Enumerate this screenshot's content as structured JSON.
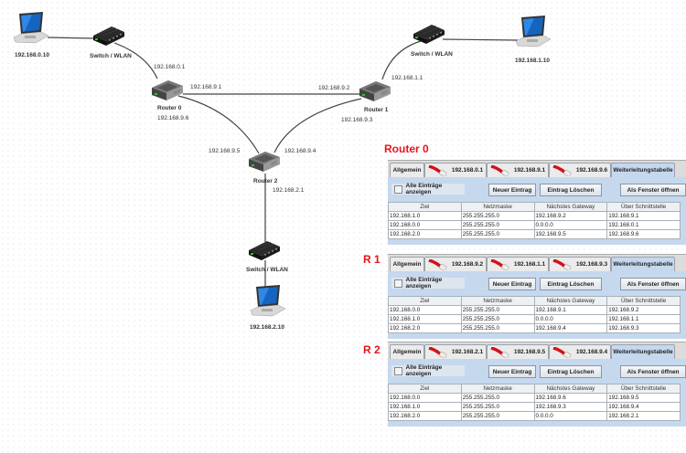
{
  "diagram": {
    "laptop0_label": "192.168.0.10",
    "switch0_label": "Switch / WLAN",
    "router0_label": "Router 0",
    "router0_ips": [
      "192.168.0.1",
      "192.168.9.1",
      "192.168.9.6"
    ],
    "router1_label": "Router 1",
    "router1_ips": [
      "192.168.9.2",
      "192.168.1.1",
      "192.168.9.3"
    ],
    "router2_label": "Router 2",
    "router2_ips": [
      "192.168.9.5",
      "192.168.9.4",
      "192.168.2.1"
    ],
    "switch1_label": "Switch / WLAN",
    "laptop1_label": "192.168.1.10",
    "switch2_label": "Switch / WLAN",
    "laptop2_label": "192.168.2.10"
  },
  "panels": [
    {
      "title": "Router 0",
      "tabs": [
        "Allgemein",
        "192.168.0.1",
        "192.168.9.1",
        "192.168.9.6",
        "Weiterleitungstabelle"
      ],
      "checkbox_label": "Alle Einträge anzeigen",
      "buttons": [
        "Neuer Eintrag",
        "Eintrag Löschen",
        "Als Fenster öffnen"
      ],
      "columns": [
        "Ziel",
        "Netzmaske",
        "Nächstes Gateway",
        "Über Schnittstelle"
      ],
      "rows": [
        [
          "192.168.1.0",
          "255.255.255.0",
          "192.168.9.2",
          "192.168.9.1"
        ],
        [
          "192.168.0.0",
          "255.255.255.0",
          "0.0.0.0",
          "192.168.0.1"
        ],
        [
          "192.168.2.0",
          "255.255.255.0",
          "192.168.9.5",
          "192.168.9.6"
        ]
      ]
    },
    {
      "title": "R 1",
      "tabs": [
        "Allgemein",
        "192.168.9.2",
        "192.168.1.1",
        "192.168.9.3",
        "Weiterleitungstabelle"
      ],
      "checkbox_label": "Alle Einträge anzeigen",
      "buttons": [
        "Neuer Eintrag",
        "Eintrag Löschen",
        "Als Fenster öffnen"
      ],
      "columns": [
        "Ziel",
        "Netzmaske",
        "Nächstes Gateway",
        "Über Schnittstelle"
      ],
      "rows": [
        [
          "192.168.0.0",
          "255.255.255.0",
          "192.168.9.1",
          "192.168.9.2"
        ],
        [
          "192.168.1.0",
          "255.255.255.0",
          "0.0.0.0",
          "192.168.1.1"
        ],
        [
          "192.168.2.0",
          "255.255.255.0",
          "192.168.9.4",
          "192.168.9.3"
        ]
      ]
    },
    {
      "title": "R 2",
      "tabs": [
        "Allgemein",
        "192.168.2.1",
        "192.168.9.5",
        "192.168.9.4",
        "Weiterleitungstabelle"
      ],
      "checkbox_label": "Alle Einträge anzeigen",
      "buttons": [
        "Neuer Eintrag",
        "Eintrag Löschen",
        "Als Fenster öffnen"
      ],
      "columns": [
        "Ziel",
        "Netzmaske",
        "Nächstes Gateway",
        "Über Schnittstelle"
      ],
      "rows": [
        [
          "192.168.0.0",
          "255.255.255.0",
          "192.168.9.6",
          "192.168.9.5"
        ],
        [
          "192.168.1.0",
          "255.255.255.0",
          "192.168.9.3",
          "192.168.9.4"
        ],
        [
          "192.168.2.0",
          "255.255.255.0",
          "0.0.0.0",
          "192.168.2.1"
        ]
      ]
    }
  ],
  "colors": {
    "title_red": "#e8141c",
    "panel_bg": "#c5d8ee",
    "cable_red": "#d4101a"
  }
}
